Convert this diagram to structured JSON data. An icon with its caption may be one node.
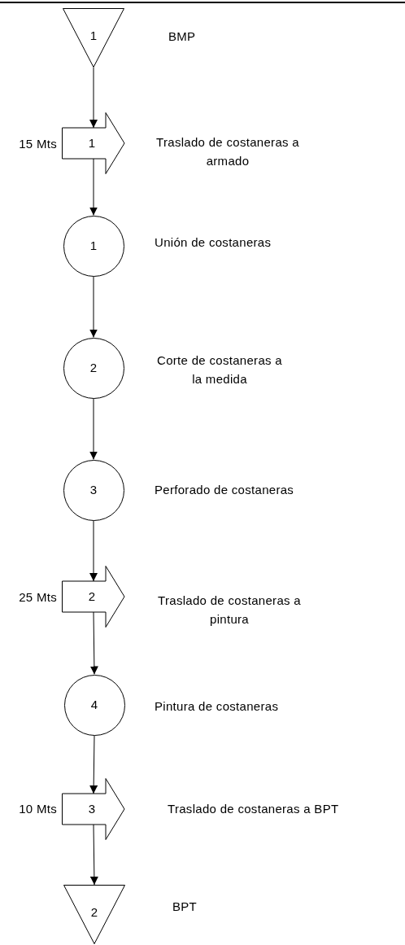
{
  "diagram": {
    "nodes": [
      {
        "text": [
          "1"
        ],
        "beside": [
          "BMP"
        ]
      },
      {
        "text": [
          "1"
        ],
        "beside": [
          "15 Mts",
          "Traslado de costaneras a armado"
        ]
      },
      {
        "text": [
          "1"
        ],
        "beside": [
          "Unión de costaneras"
        ]
      },
      {
        "text": [
          "2"
        ],
        "beside": [
          "Corte de costaneras a la medida"
        ]
      },
      {
        "text": [
          "3"
        ],
        "beside": [
          "Perforado de costaneras"
        ]
      },
      {
        "text": [
          "2"
        ],
        "beside": [
          "25 Mts",
          "Traslado de costaneras a pintura"
        ]
      },
      {
        "text": [
          "4"
        ],
        "beside": [
          "Pintura de costaneras"
        ]
      },
      {
        "text": [
          "3"
        ],
        "beside": [
          "10 Mts",
          "Traslado de costaneras a BPT"
        ]
      },
      {
        "text": [
          "2"
        ],
        "beside": [
          "BPT"
        ]
      }
    ],
    "edges": [
      {
        "from": 0,
        "to": 1,
        "arrow": "to"
      },
      {
        "from": 1,
        "to": 2,
        "arrow": "to"
      },
      {
        "from": 2,
        "to": 3,
        "arrow": "to"
      },
      {
        "from": 3,
        "to": 4,
        "arrow": "to"
      },
      {
        "from": 4,
        "to": 5,
        "arrow": "to"
      },
      {
        "from": 5,
        "to": 6,
        "arrow": "to"
      },
      {
        "from": 6,
        "to": 7,
        "arrow": "to"
      },
      {
        "from": 7,
        "to": 8,
        "arrow": "to"
      }
    ]
  }
}
